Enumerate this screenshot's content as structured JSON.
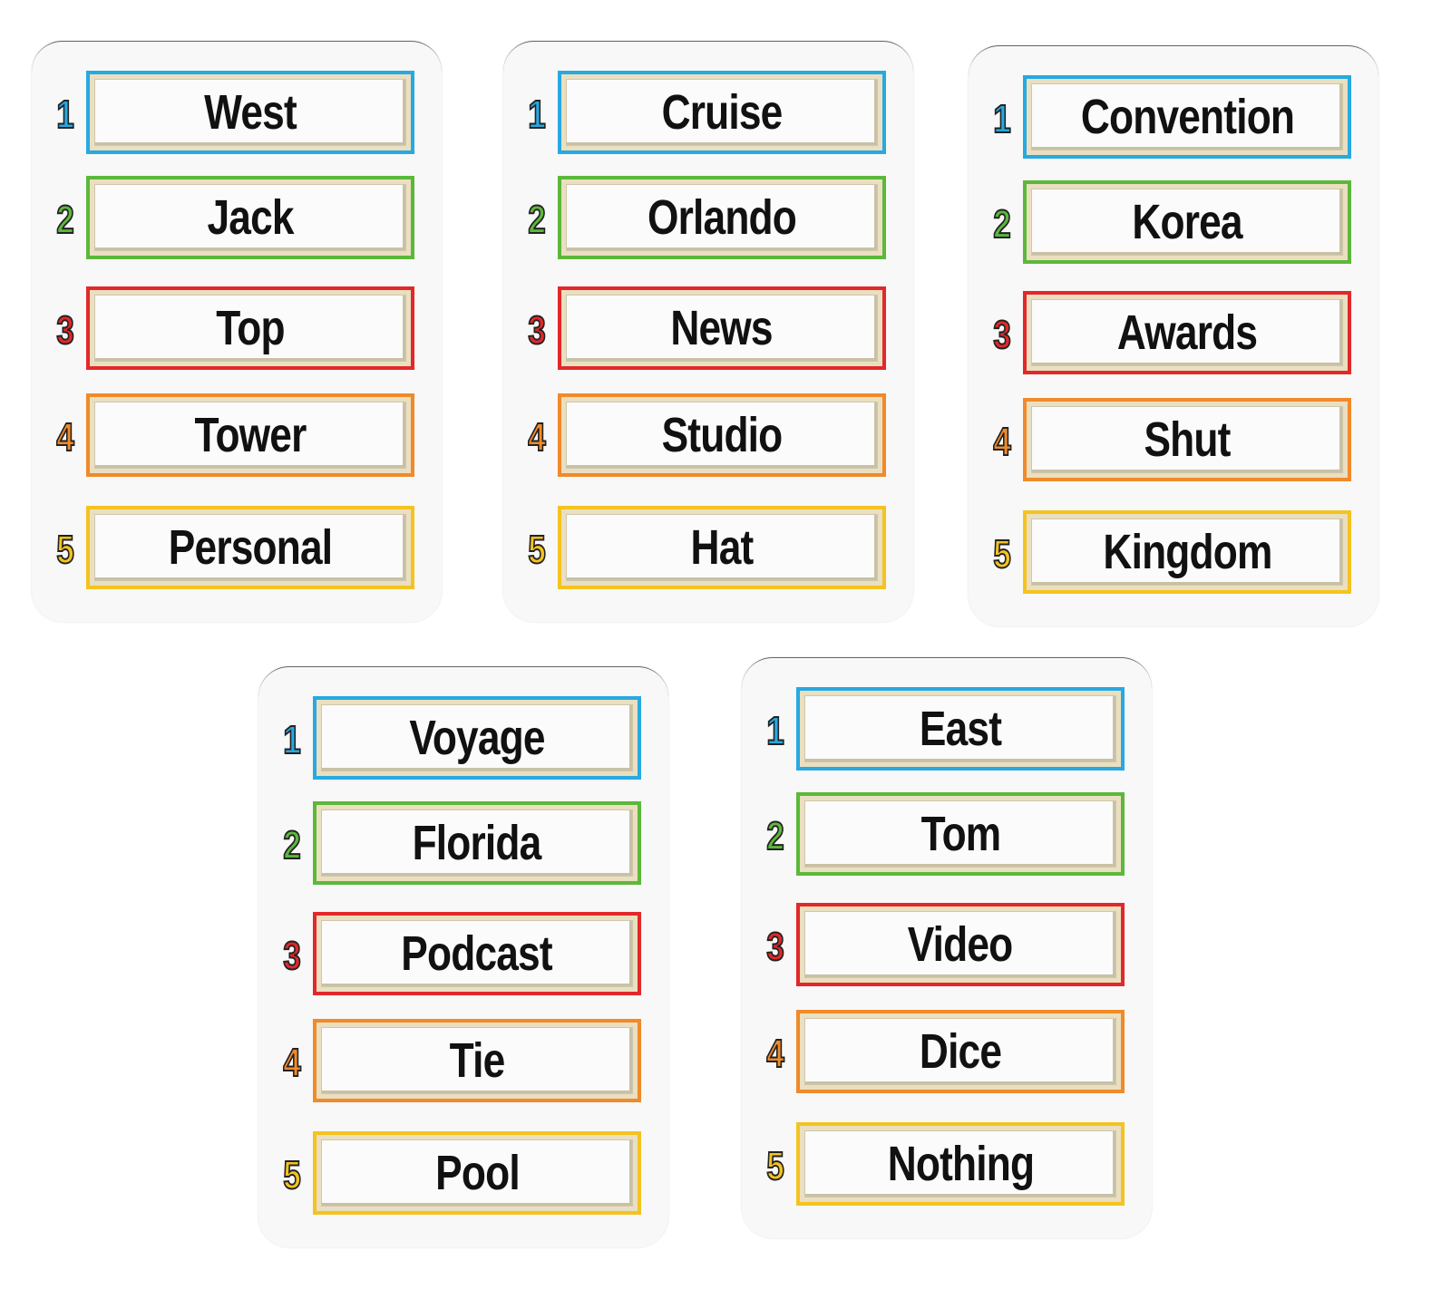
{
  "colors": [
    "#27a9e1",
    "#5cb83a",
    "#e2282a",
    "#f08a2a",
    "#f4c320"
  ],
  "cards": [
    {
      "numbers": [
        "1",
        "2",
        "3",
        "4",
        "5"
      ],
      "words": [
        "West",
        "Jack",
        "Top",
        "Tower",
        "Personal"
      ]
    },
    {
      "numbers": [
        "1",
        "2",
        "3",
        "4",
        "5"
      ],
      "words": [
        "Cruise",
        "Orlando",
        "News",
        "Studio",
        "Hat"
      ]
    },
    {
      "numbers": [
        "1",
        "2",
        "3",
        "4",
        "5"
      ],
      "words": [
        "Convention",
        "Korea",
        "Awards",
        "Shut",
        "Kingdom"
      ]
    },
    {
      "numbers": [
        "1",
        "2",
        "3",
        "4",
        "5"
      ],
      "words": [
        "Voyage",
        "Florida",
        "Podcast",
        "Tie",
        "Pool"
      ]
    },
    {
      "numbers": [
        "1",
        "2",
        "3",
        "4",
        "5"
      ],
      "words": [
        "East",
        "Tom",
        "Video",
        "Dice",
        "Nothing"
      ]
    }
  ]
}
